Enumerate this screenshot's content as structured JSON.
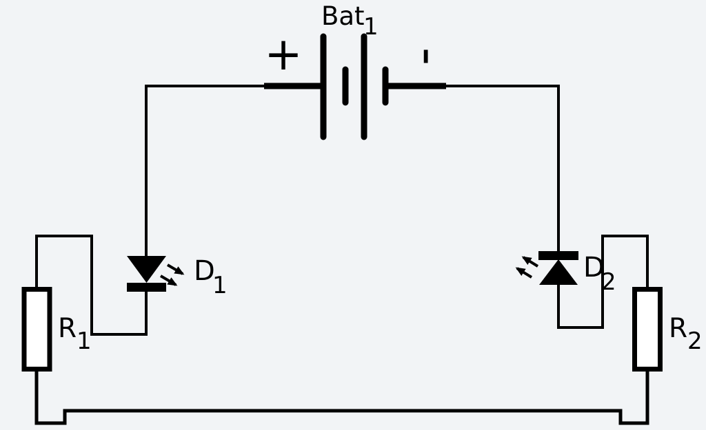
{
  "colors": {
    "background": "#f2f4f6",
    "ink": "#000000"
  },
  "components": {
    "battery": {
      "symbol": "battery-two-cell-icon",
      "name": "Bat",
      "sub": "1",
      "positive": "+",
      "negative": "'"
    },
    "led1": {
      "symbol": "led-cathode-down-icon",
      "name": "D",
      "sub": "1"
    },
    "led2": {
      "symbol": "led-cathode-up-icon",
      "name": "D",
      "sub": "2"
    },
    "r1": {
      "symbol": "resistor-box-icon",
      "name": "R",
      "sub": "1"
    },
    "r2": {
      "symbol": "resistor-box-icon",
      "name": "R",
      "sub": "2"
    }
  }
}
